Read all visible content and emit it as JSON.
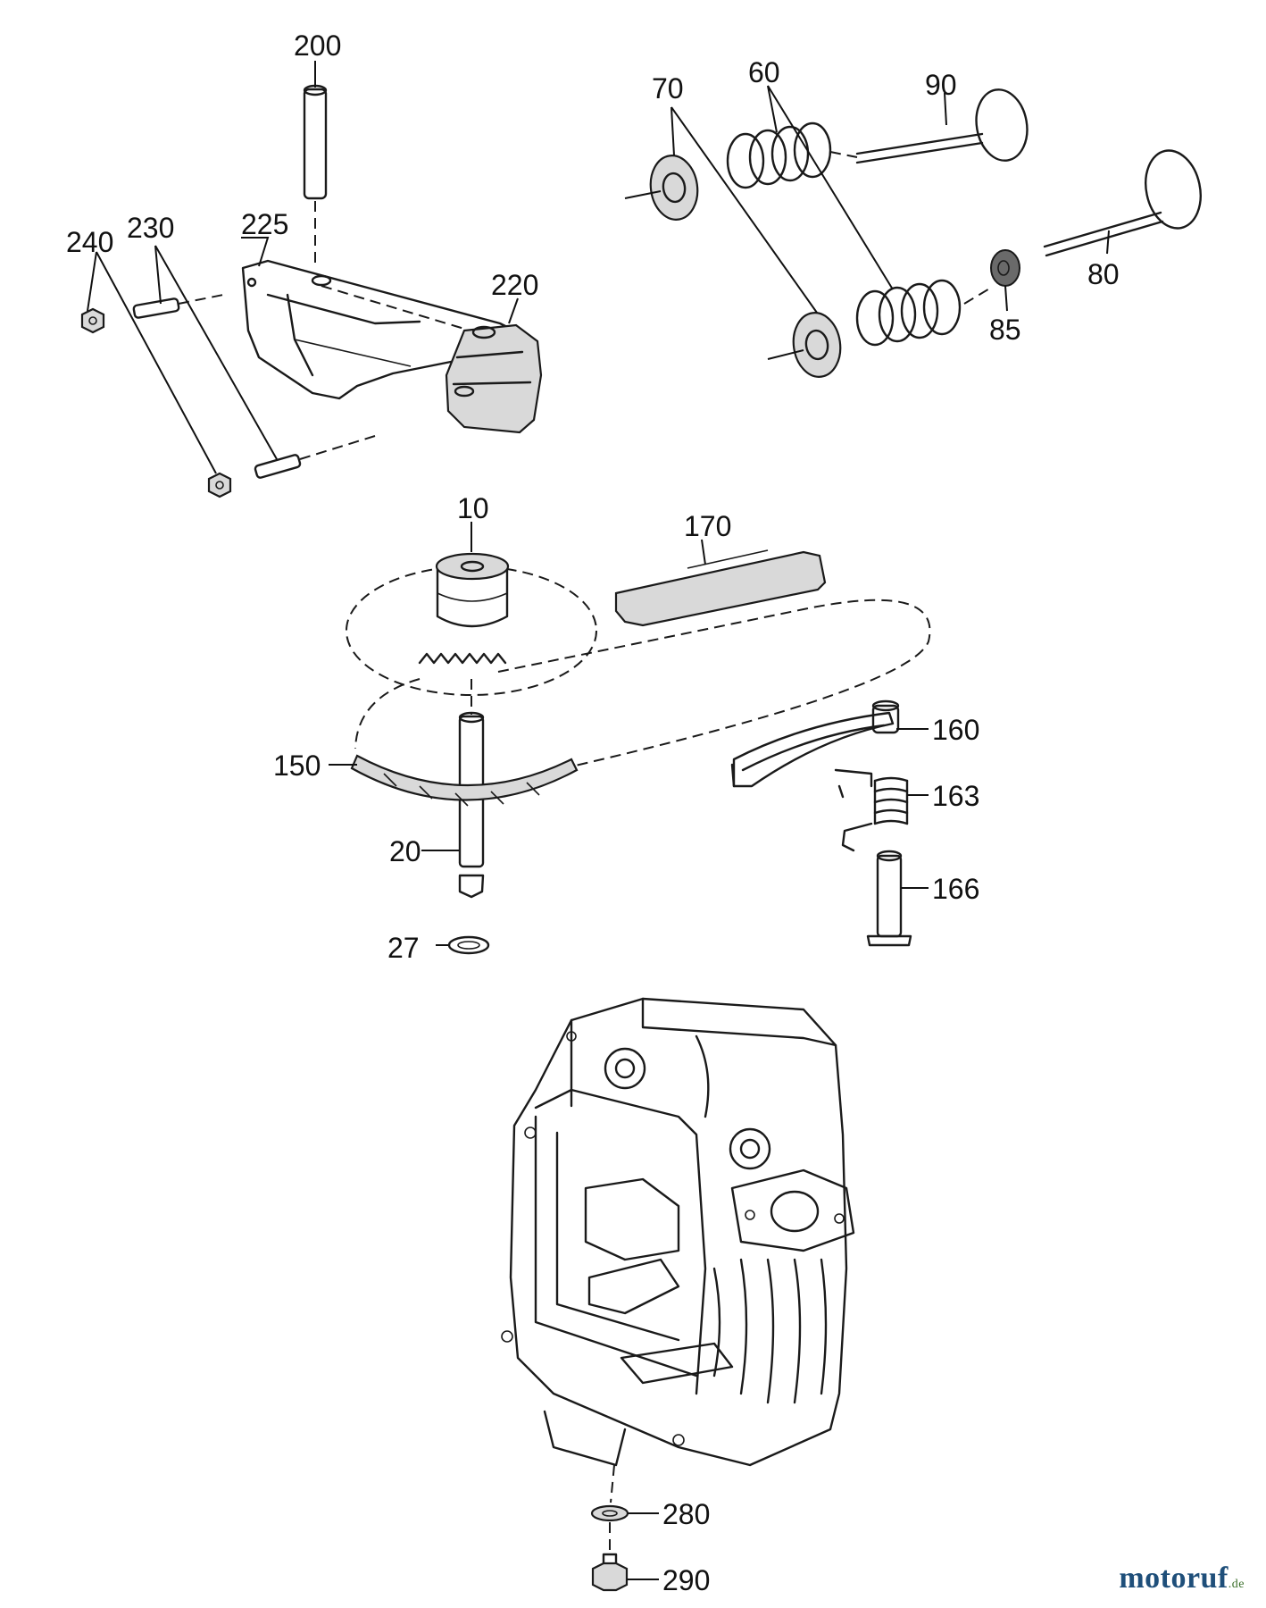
{
  "callouts": {
    "p10": "10",
    "p20": "20",
    "p27": "27",
    "p60": "60",
    "p70": "70",
    "p80": "80",
    "p85": "85",
    "p90": "90",
    "p150": "150",
    "p160": "160",
    "p163": "163",
    "p166": "166",
    "p170": "170",
    "p200": "200",
    "p220": "220",
    "p225": "225",
    "p230": "230",
    "p240": "240",
    "p280": "280",
    "p290": "290"
  },
  "watermark": {
    "brand": "motoruf",
    "suffix": ".de"
  },
  "colors": {
    "line": "#1a1a1a",
    "watermark_brand": "#1f4f7a",
    "watermark_accent": "#3a6f2a"
  }
}
